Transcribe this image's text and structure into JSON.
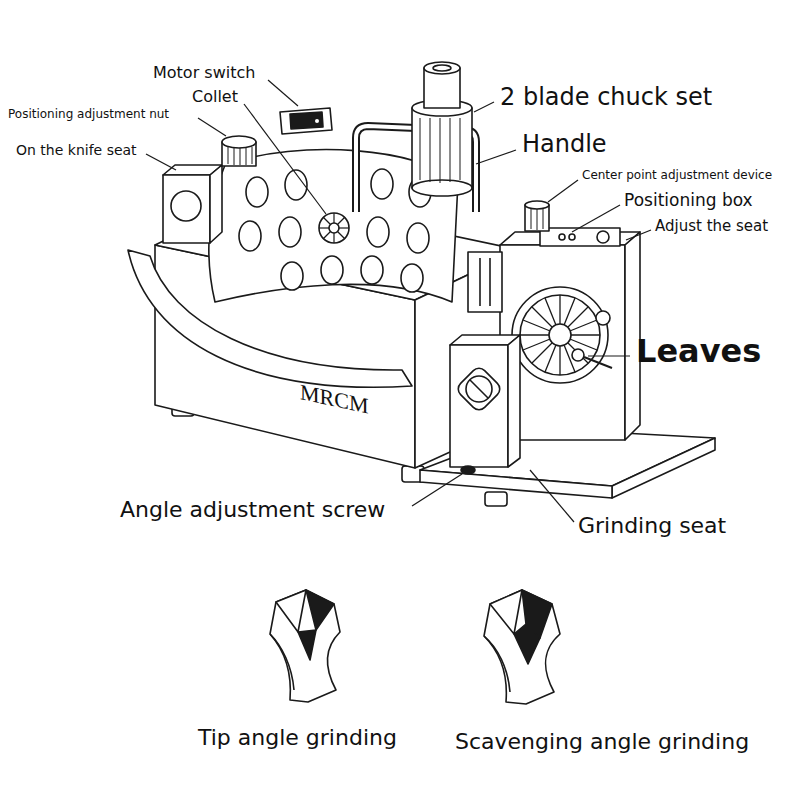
{
  "diagram": {
    "labels": [
      "Motor switch",
      "Collet",
      "Positioning adjustment nut",
      "On the knife seat",
      "2 blade chuck set",
      "Handle",
      "Center point adjustment device",
      "Positioning box",
      "Adjust the seat",
      "Leaves",
      "MRCM",
      "Angle adjustment screw",
      "Grinding seat",
      "Tip angle grinding",
      "Scavenging angle grinding"
    ]
  }
}
